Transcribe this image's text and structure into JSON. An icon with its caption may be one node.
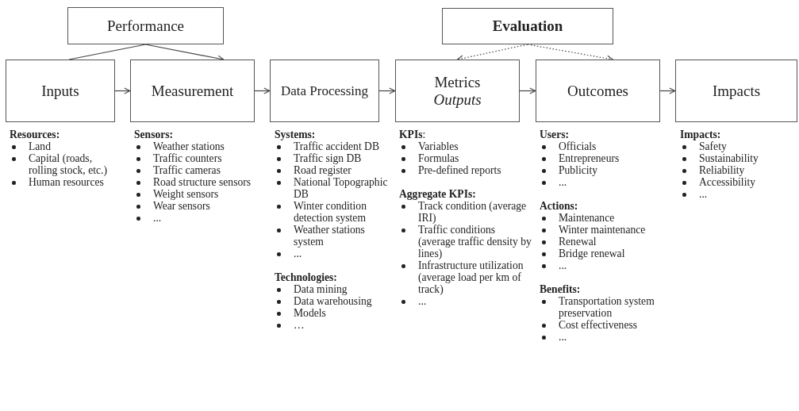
{
  "diagram": {
    "nodes": [
      {
        "text": [
          "Performance"
        ]
      },
      {
        "text": [
          "Evaluation"
        ]
      },
      {
        "text": [
          "Inputs"
        ]
      },
      {
        "text": [
          "Measurement"
        ]
      },
      {
        "text": [
          "Data Processing"
        ]
      },
      {
        "text": [
          "Metrics",
          "Outputs"
        ]
      },
      {
        "text": [
          "Outcomes"
        ]
      },
      {
        "text": [
          "Impacts"
        ]
      }
    ],
    "edges": [
      {
        "from": 0,
        "to": 2,
        "arrow": "none"
      },
      {
        "from": 0,
        "to": 3,
        "arrow": "to"
      },
      {
        "from": 1,
        "to": 5,
        "arrow": "to",
        "style": "dashed"
      },
      {
        "from": 1,
        "to": 6,
        "arrow": "to",
        "style": "dashed"
      },
      {
        "from": 2,
        "to": 3,
        "arrow": "to"
      },
      {
        "from": 3,
        "to": 4,
        "arrow": "to"
      },
      {
        "from": 4,
        "to": 5,
        "arrow": "to"
      },
      {
        "from": 5,
        "to": 6,
        "arrow": "to"
      },
      {
        "from": 6,
        "to": 7,
        "arrow": "to"
      }
    ],
    "labels": [
      "Resources:",
      "Land",
      "Capital (roads, rolling stock, etc.)",
      "Human resources",
      "Sensors:",
      "Weather stations",
      "Traffic counters",
      "Traffic cameras",
      "Road structure sensors",
      "Weight sensors",
      "Wear sensors",
      "...",
      "Systems:",
      "Traffic accident DB",
      "Traffic sign DB",
      "Road register",
      "National Topographic DB",
      "Winter condition detection system",
      "Weather stations system",
      "...",
      "Technologies:",
      "Data mining",
      "Data warehousing",
      "Models",
      "…",
      "**KPIs**:",
      "Variables",
      "Formulas",
      "Pre-defined reports",
      "Aggregate KPIs:",
      "Track condition (average IRI)",
      "Traffic conditions (average traffic density by lines)",
      "Infrastructure utilization (average load per km of track)",
      "...",
      "Users:",
      "Officials",
      "Entrepreneurs",
      "Publicity",
      "...",
      "Actions:",
      "Maintenance",
      "Winter maintenance",
      "Renewal",
      "Bridge renewal",
      "...",
      "Benefits:",
      "Transportation system preservation",
      "Cost effectiveness",
      "...",
      "Impacts:",
      "Safety",
      "Sustainability",
      "Reliability",
      "Accessibility",
      "..."
    ]
  }
}
